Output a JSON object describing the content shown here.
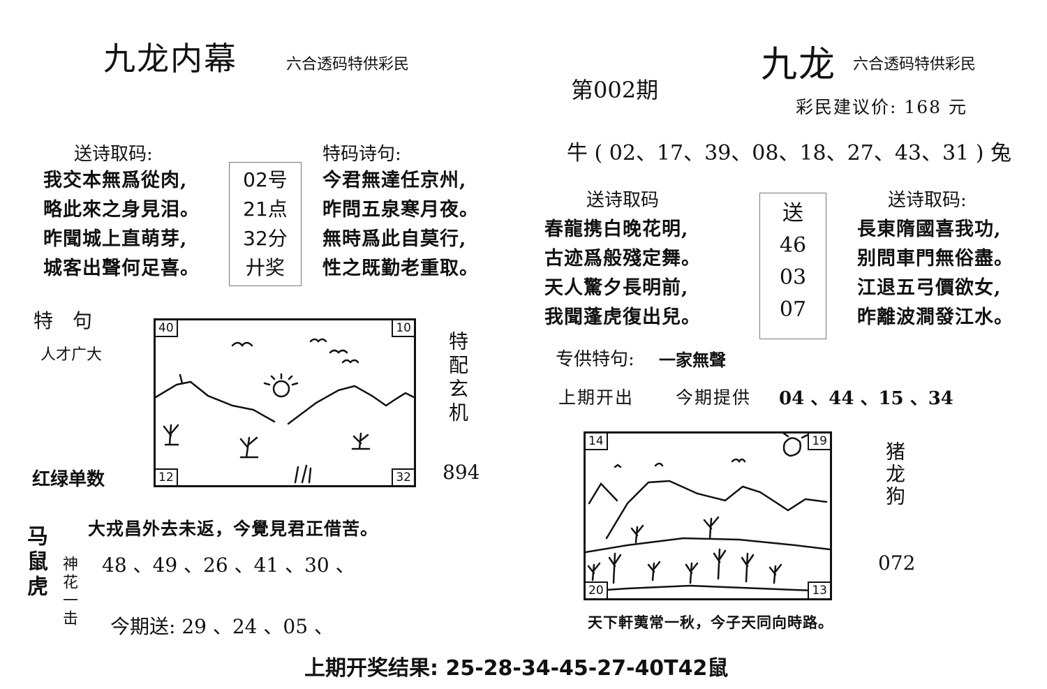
{
  "left": {
    "title": "九龙内幕",
    "tagline": "六合透码特供彩民",
    "send_poem_label": "送诗取码:",
    "send_poem": [
      "我交本無爲從肉,",
      "略此來之身見泪。",
      "昨聞城上直萌芽,",
      "城客出聲何足喜。"
    ],
    "draw_info": [
      "02号",
      "21点",
      "32分",
      "廾奖"
    ],
    "special_poem_label": "特码诗句:",
    "special_poem": [
      "今君無達任京州,",
      "昨問五泉寒月夜。",
      "無時爲此自莫行,",
      "性之既勤老重取。"
    ],
    "special_phrase_label": "特　句",
    "special_phrase": "人才广大",
    "red_green_label": "红绿单数",
    "side_label": "特配玄机",
    "side_number": "894",
    "picture_corners": [
      "40",
      "10",
      "12",
      "32"
    ],
    "verse_line": "大戎昌外去未返，今覺見君正借苦。",
    "zodiac_vertical": "马鼠虎",
    "shenhua_label": "神花一击",
    "shenhua_numbers": "48 、49 、26 、41 、30 、",
    "today_send": "今期送: 29 、24 、05 、"
  },
  "right": {
    "title": "九龙",
    "tagline": "六合透码特供彩民",
    "price_text": "彩民建议价: 168 元",
    "number_row": "牛 ( 02、17、39、08、18、27、43、31 ) 兔",
    "poem1_label": "送诗取码",
    "poem1": [
      "春龍携白晚花明,",
      "古迹爲般殘定舞。",
      "天人驚夕長明前,",
      "我聞蓬虎復出兒。"
    ],
    "send_box": [
      "送",
      "46",
      "03",
      "07"
    ],
    "poem2_label": "送诗取码:",
    "poem2": [
      "長東隋國喜我功,",
      "别問車門無俗盡。",
      "江退五弓價欲女,",
      "昨離波澗發江水。"
    ],
    "exclusive_label": "专供特句:",
    "exclusive_text": "一家無聲",
    "last_period_label": "上期开出",
    "this_period_label": "今期提供",
    "this_period_numbers": "04 、44 、15 、34",
    "picture_corners": [
      "14",
      "19",
      "20",
      "13"
    ],
    "side_zodiac": "猪龙狗",
    "side_number": "072",
    "caption": "天下軒荑常一秋，今子天同向時路。"
  },
  "issue": "第002期",
  "footer": "上期开奖结果: 25-28-34-45-27-40T42鼠"
}
